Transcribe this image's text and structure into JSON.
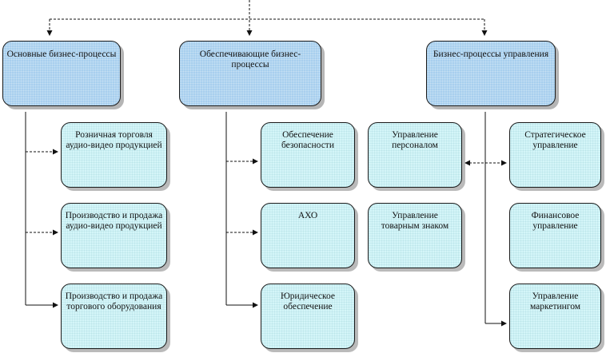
{
  "categories": [
    {
      "id": "main",
      "label": "Основные бизнес-процессы"
    },
    {
      "id": "support",
      "label": "Обеспечивающие бизнес-процессы"
    },
    {
      "id": "mgmt",
      "label": "Бизнес-процессы управления"
    }
  ],
  "processes": {
    "main": [
      "Розничная торговля аудио-видео продукцией",
      "Производство и продажа аудио-видео продукцией",
      "Производство и продажа торгового оборудования"
    ],
    "support": [
      "Обеспечение безопасности",
      "АХО",
      "Юридическое обеспечение"
    ],
    "mgmt_left": [
      "Управление персоналом",
      "Управление товарным знаком"
    ],
    "mgmt_right": [
      "Стратегическое управление",
      "Финансовое управление",
      "Управление маркетингом"
    ]
  }
}
